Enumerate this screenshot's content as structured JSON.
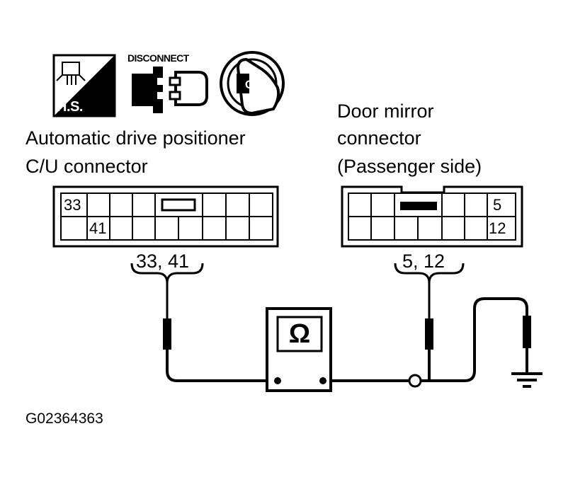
{
  "icons": {
    "harness_side": {
      "label": "H.S."
    },
    "disconnect": {
      "label": "DISCONNECT"
    },
    "ignition_key": {
      "label": "OFF"
    }
  },
  "left_connector": {
    "title_line1": "Automatic drive positioner",
    "title_line2": "C/U connector",
    "pin_top": "33",
    "pin_bottom": "41",
    "measured_pins": "33, 41"
  },
  "right_connector": {
    "title_line1": "Door mirror",
    "title_line2": "connector",
    "title_line3": "(Passenger side)",
    "pin_top": "5",
    "pin_bottom": "12",
    "measured_pins": "5, 12"
  },
  "meter": {
    "symbol": "Ω"
  },
  "figure_id": "G02364363"
}
